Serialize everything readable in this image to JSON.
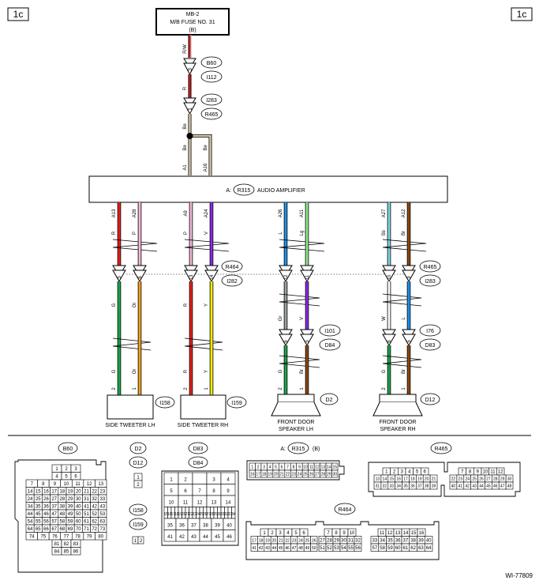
{
  "page": {
    "tag_left": "1c",
    "tag_right": "1c",
    "figure_id": "WI-77809"
  },
  "fuse": {
    "line1": "MB-2",
    "line2": "M/B FUSE NO. 31",
    "line3": "(B)"
  },
  "amplifier": {
    "prefix": "A:",
    "code": "R315",
    "label": "AUDIO AMPLIFIER"
  },
  "top_path": {
    "wire1": "R/W",
    "conn1": {
      "pin": "3",
      "codes": [
        "B60",
        "I112"
      ]
    },
    "wire2": "R",
    "conn2": {
      "pin": "1",
      "codes": [
        "I283",
        "R465"
      ]
    },
    "wire3": "Be",
    "wire4a": "Be",
    "wire4b": "Be",
    "pin_a1": "A1",
    "pin_a16": "A16"
  },
  "wires": [
    {
      "pin": "A13",
      "upper": "R",
      "conn_pin": "5",
      "lower": "G",
      "end_pin": "2",
      "lower2": "G",
      "color": "#e8201c",
      "lower_color": "#1aa64b"
    },
    {
      "pin": "A28",
      "upper": "P",
      "conn_pin": "6",
      "lower": "Or",
      "end_pin": "1",
      "lower2": "Or",
      "color": "#f6b8d8",
      "lower_color": "#f0a020"
    },
    {
      "pin": "A9",
      "upper": "P",
      "conn_pin": "13",
      "lower": "R",
      "end_pin": "2",
      "lower2": "R",
      "color": "#f6b8d8",
      "lower_color": "#e8201c"
    },
    {
      "pin": "A24",
      "upper": "V",
      "conn_pin": "14",
      "lower": "Y",
      "end_pin": "1",
      "lower2": "Y",
      "color": "#8a2be2",
      "lower_color": "#f5e800"
    },
    {
      "pin": "A26",
      "upper": "L",
      "conn_pin": "12",
      "lower": "Gr",
      "end_pin": "2",
      "lower2": "G",
      "color": "#1e90e8",
      "lower_color": "#9aa0a0",
      "mid_pin": "6",
      "mid_color": "#1aa64b"
    },
    {
      "pin": "A11",
      "upper": "Lg",
      "conn_pin": "11",
      "lower": "V",
      "end_pin": "1",
      "lower2": "Br",
      "color": "#90e890",
      "lower_color": "#8a2be2",
      "mid_pin": "5",
      "mid_color": "#8b4513"
    },
    {
      "pin": "A27",
      "upper": "Sb",
      "conn_pin": "10",
      "lower": "W",
      "end_pin": "2",
      "lower2": "G",
      "color": "#7fd8e8",
      "lower_color": "#ffffff",
      "mid_pin": "6",
      "mid_color": "#1aa64b"
    },
    {
      "pin": "A12",
      "upper": "Br",
      "conn_pin": "9",
      "lower": "L",
      "end_pin": "1",
      "lower2": "Br",
      "color": "#8b4513",
      "lower_color": "#1e90e8",
      "mid_pin": "5",
      "mid_color": "#8b4513"
    }
  ],
  "mid_conn_codes": {
    "left": [
      "R464",
      "I282"
    ],
    "right": [
      "R465",
      "I283"
    ],
    "door_lh": [
      "I101",
      "D84"
    ],
    "door_rh": [
      "I76",
      "D83"
    ]
  },
  "components": {
    "tweeter_lh": {
      "label": "SIDE TWEETER LH",
      "code": "I158"
    },
    "tweeter_rh": {
      "label": "SIDE TWEETER RH",
      "code": "I159"
    },
    "door_lh": {
      "label1": "FRONT DOOR",
      "label2": "SPEAKER LH",
      "code": "D2"
    },
    "door_rh": {
      "label1": "FRONT DOOR",
      "label2": "SPEAKER RH",
      "code": "D12"
    }
  },
  "connector_views": {
    "b60": {
      "code": "B60",
      "rows": [
        [
          "1",
          "2",
          "3"
        ],
        [
          "4",
          "5",
          "6"
        ],
        [
          "7",
          "8",
          "9",
          "10",
          "11",
          "12",
          "13"
        ],
        [
          "14",
          "15",
          "16",
          "17",
          "18",
          "19",
          "20",
          "21",
          "22",
          "23"
        ],
        [
          "24",
          "25",
          "26",
          "27",
          "28",
          "29",
          "30",
          "31",
          "32",
          "33"
        ],
        [
          "34",
          "35",
          "36",
          "37",
          "38",
          "39",
          "40",
          "41",
          "42",
          "43"
        ],
        [
          "44",
          "45",
          "46",
          "47",
          "48",
          "49",
          "50",
          "51",
          "52",
          "53"
        ],
        [
          "54",
          "55",
          "56",
          "57",
          "58",
          "59",
          "60",
          "61",
          "62",
          "63"
        ],
        [
          "64",
          "65",
          "66",
          "67",
          "68",
          "69",
          "70",
          "71",
          "72",
          "73"
        ],
        [
          "74",
          "75",
          "76",
          "77",
          "78",
          "79",
          "80"
        ],
        [
          "81",
          "82",
          "83"
        ],
        [
          "84",
          "85",
          "86"
        ]
      ]
    },
    "d2": {
      "code1": "D2",
      "code2": "D12",
      "pins": [
        "1",
        "2"
      ]
    },
    "i158": {
      "code1": "I158",
      "code2": "I159",
      "pins": [
        "1",
        "2"
      ]
    },
    "d83": {
      "code1": "D83",
      "code2": "D84",
      "rows": [
        [
          "1",
          "2",
          "",
          "3",
          "4"
        ],
        [
          "5",
          "6",
          "7",
          "8",
          "9"
        ],
        [
          "10",
          "11",
          "12",
          "13",
          "14"
        ],
        [
          "15",
          "16",
          "17",
          "18",
          "19",
          "20",
          "21",
          "22",
          "23",
          "24",
          "25",
          "26",
          "27",
          "28",
          "29",
          "30",
          "31",
          "32",
          "33",
          "34"
        ],
        [
          "35",
          "36",
          "37",
          "38",
          "39",
          "40"
        ],
        [
          "41",
          "42",
          "43",
          "44",
          "45",
          "46"
        ]
      ]
    },
    "r315": {
      "prefix": "A:",
      "code": "R315",
      "suffix": "(B)",
      "row1": [
        "1",
        "2",
        "3",
        "4",
        "5",
        "6",
        "7",
        "8",
        "9",
        "10",
        "11",
        "12",
        "13",
        "14",
        "15"
      ],
      "row2": [
        "16",
        "17",
        "18",
        "19",
        "20",
        "21",
        "22",
        "23",
        "24",
        "25",
        "26",
        "27",
        "28",
        "29",
        "30"
      ]
    },
    "r465": {
      "code": "R465",
      "left": [
        [
          "1",
          "2",
          "3",
          "4",
          "5",
          "6"
        ],
        [
          "13",
          "14",
          "15",
          "16",
          "17",
          "18",
          "19",
          "20",
          "21"
        ],
        [
          "31",
          "32",
          "33",
          "34",
          "35",
          "36",
          "37",
          "38",
          "39"
        ]
      ],
      "right": [
        [
          "7",
          "8",
          "9",
          "10",
          "11",
          "12"
        ],
        [
          "22",
          "23",
          "24",
          "25",
          "26",
          "27",
          "28",
          "29",
          "30"
        ],
        [
          "40",
          "41",
          "42",
          "43",
          "44",
          "45",
          "46",
          "47",
          "48"
        ]
      ]
    },
    "r464": {
      "code": "R464",
      "left": [
        [
          "1",
          "2",
          "3",
          "4",
          "5",
          "6"
        ],
        [
          "17",
          "18",
          "19",
          "20",
          "21",
          "22",
          "23",
          "24",
          "25",
          "26"
        ],
        [
          "41",
          "42",
          "43",
          "44",
          "45",
          "46",
          "47",
          "48",
          "49",
          "50"
        ]
      ],
      "center": [
        [
          "7",
          "8",
          "9",
          "10"
        ],
        [
          "27",
          "28",
          "29",
          "30",
          "31",
          "32"
        ],
        [
          "51",
          "52",
          "53",
          "54",
          "55",
          "56"
        ]
      ],
      "right": [
        [
          "11",
          "12",
          "13",
          "14",
          "15",
          "16"
        ],
        [
          "33",
          "34",
          "35",
          "36",
          "37",
          "38",
          "39",
          "40"
        ],
        [
          "57",
          "58",
          "59",
          "60",
          "61",
          "62",
          "63",
          "64"
        ]
      ]
    }
  }
}
